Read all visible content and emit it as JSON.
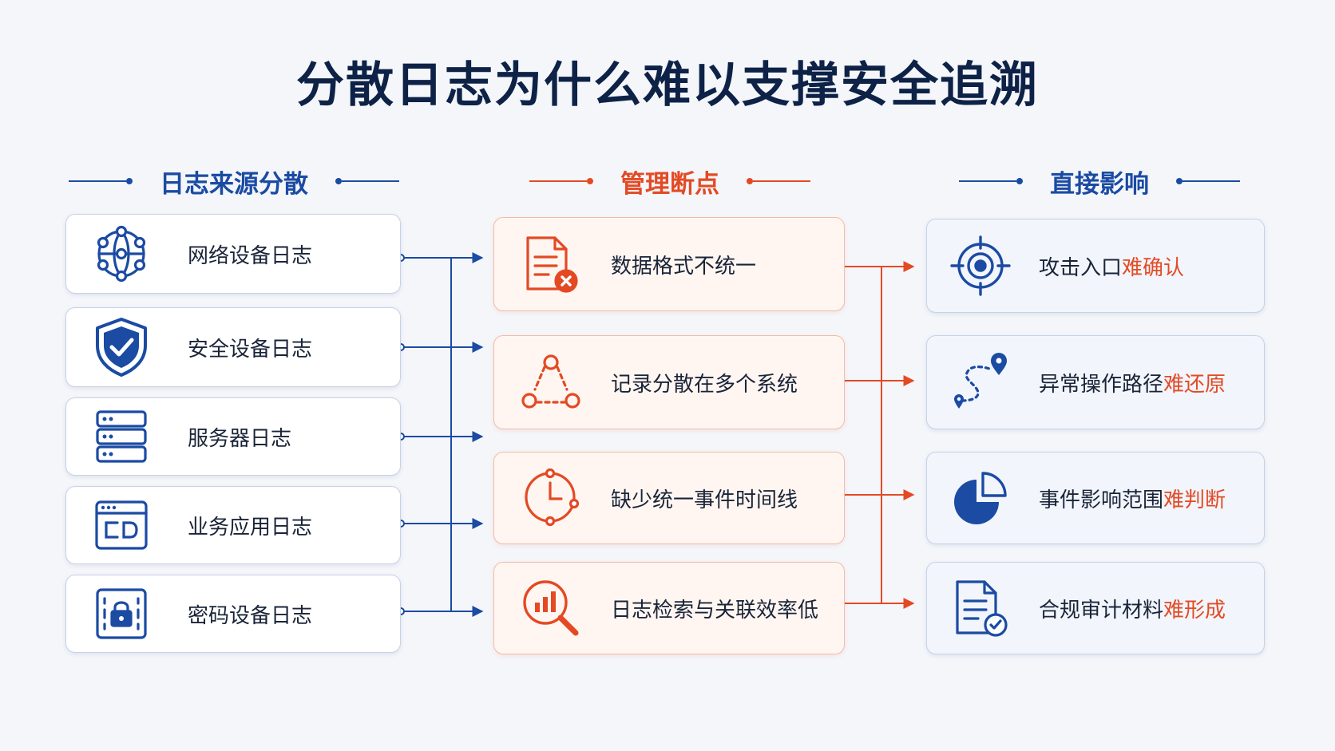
{
  "title": "分散日志为什么难以支撑安全追溯",
  "colors": {
    "navy": "#0d2246",
    "blue": "#1b4ba3",
    "red": "#e34a24"
  },
  "columns": {
    "sources": {
      "heading": "日志来源分散",
      "items": [
        {
          "label": "网络设备日志",
          "icon": "network-icon"
        },
        {
          "label": "安全设备日志",
          "icon": "shield-check-icon"
        },
        {
          "label": "服务器日志",
          "icon": "server-icon"
        },
        {
          "label": "业务应用日志",
          "icon": "app-window-icon"
        },
        {
          "label": "密码设备日志",
          "icon": "crypto-lock-icon"
        }
      ]
    },
    "breakpoints": {
      "heading": "管理断点",
      "items": [
        {
          "label": "数据格式不统一",
          "icon": "document-error-icon"
        },
        {
          "label": "记录分散在多个系统",
          "icon": "scattered-nodes-icon"
        },
        {
          "label": "缺少统一事件时间线",
          "icon": "clock-timeline-icon"
        },
        {
          "label": "日志检索与关联效率低",
          "icon": "search-chart-icon"
        }
      ]
    },
    "impacts": {
      "heading": "直接影响",
      "items": [
        {
          "prefix": "攻击入口",
          "emphasis": "难确认",
          "icon": "target-icon"
        },
        {
          "prefix": "异常操作路径",
          "emphasis": "难还原",
          "icon": "route-pins-icon"
        },
        {
          "prefix": "事件影响范围",
          "emphasis": "难判断",
          "icon": "pie-chart-icon"
        },
        {
          "prefix": "合规审计材料",
          "emphasis": "难形成",
          "icon": "document-check-icon"
        }
      ]
    }
  }
}
